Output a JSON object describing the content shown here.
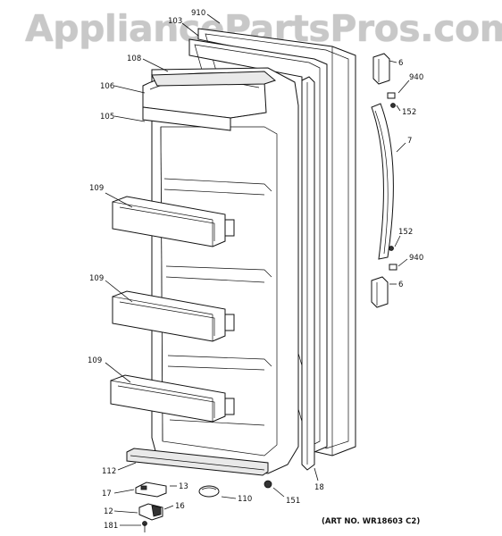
{
  "watermark": "AppliancePartsPros.com",
  "art_number": "(ART NO. WR18603 C2)",
  "callouts": {
    "c910": "910",
    "c103": "103",
    "c108": "108",
    "c106": "106",
    "c105": "105",
    "c109a": "109",
    "c109b": "109",
    "c109c": "109",
    "c112": "112",
    "c13": "13",
    "c17": "17",
    "c16": "16",
    "c12": "12",
    "c181": "181",
    "c110": "110",
    "c151": "151",
    "c18": "18",
    "c6a": "6",
    "c940a": "940",
    "c152a": "152",
    "c7": "7",
    "c152b": "152",
    "c940b": "940",
    "c6b": "6"
  }
}
